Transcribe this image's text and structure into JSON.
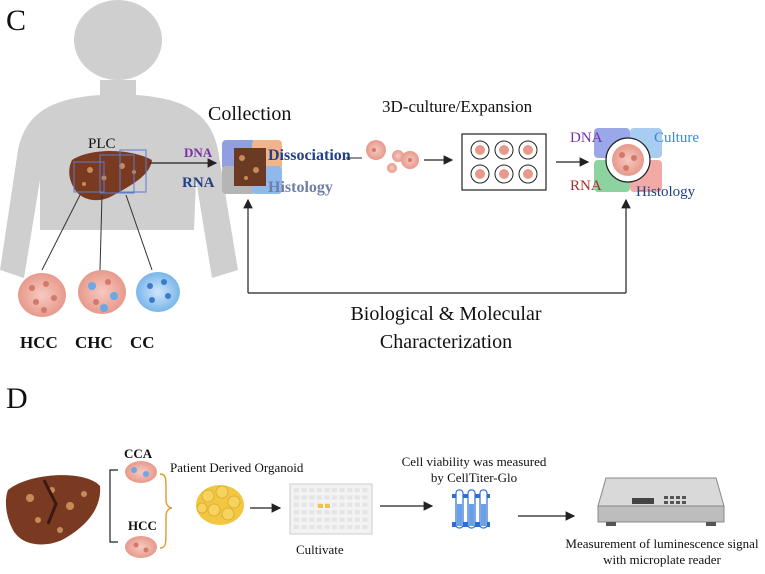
{
  "panel_c": {
    "letter": "C",
    "plc_label": "PLC",
    "tumor_types": [
      "HCC",
      "CHC",
      "CC"
    ],
    "collection_title": "Collection",
    "collection_dna": "DNA",
    "collection_rna": "RNA",
    "collection_dissociation": "Dissociation",
    "collection_histology": "Histology",
    "culture_title": "3D-culture/Expansion",
    "result_dna": "DNA",
    "result_culture": "Culture",
    "result_rna": "RNA",
    "result_histology": "Histology",
    "characterization_line1": "Biological & Molecular",
    "characterization_line2": "Characterization"
  },
  "panel_d": {
    "letter": "D",
    "cca_label": "CCA",
    "hcc_label": "HCC",
    "organoid_label": "Patient Derived Organoid",
    "cultivate_label": "Cultivate",
    "viability_line1": "Cell viability was measured",
    "viability_line2": "by CellTiter-Glo",
    "reader_line1": "Measurement of luminescence signal",
    "reader_line2": "with microplate reader"
  },
  "colors": {
    "silhouette": "#cfcfcf",
    "liver": "#7a3a22",
    "dna_purple": "#7b2fa6",
    "rna_red": "#a0302a",
    "dissociation_blue": "#1f3f86",
    "histology_blue": "#6f7fa6",
    "culture_blue": "#3a8ad6",
    "organoid_yellow": "#f2c640",
    "tube_blue": "#2d6fd1"
  }
}
